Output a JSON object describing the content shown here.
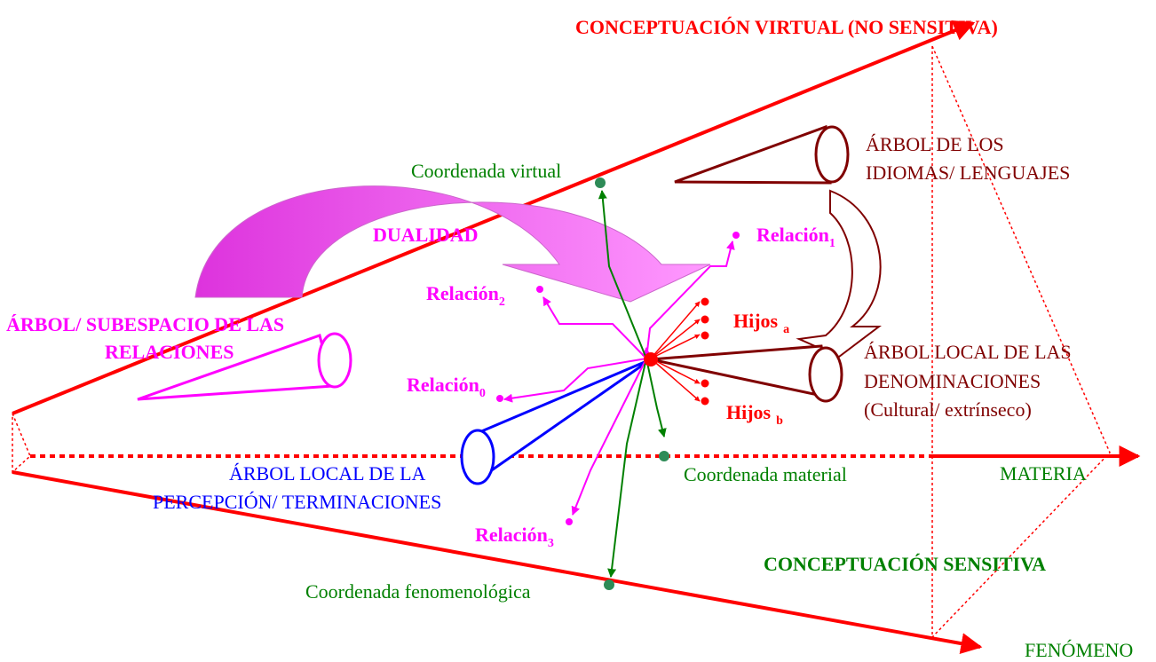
{
  "colors": {
    "red": "#ff0000",
    "green": "#008000",
    "magenta": "#ff00ff",
    "dark_red": "#800000",
    "blue": "#0000ff",
    "arrow_fill": "#e060e0"
  },
  "labels": {
    "virtual_title": "CONCEPTUACIÓN VIRTUAL (NO SENSITIVA)",
    "sensitive_title": "CONCEPTUACIÓN SENSITIVA",
    "materia": "MATERIA",
    "fenomeno": "FENÓMENO",
    "coord_virtual": "Coordenada virtual",
    "coord_material": "Coordenada material",
    "coord_fenomenologica": "Coordenada fenomenológica",
    "dualidad": "DUALIDAD",
    "relaciones_line1": "ÁRBOL/ SUBESPACIO DE LAS",
    "relaciones_line2": "RELACIONES",
    "idiomas_line1": "ÁRBOL DE LOS",
    "idiomas_line2": "IDIOMAS/ LENGUAJES",
    "denominaciones_line1": "ÁRBOL LOCAL DE LAS",
    "denominaciones_line2": "DENOMINACIONES",
    "denominaciones_line3": "(Cultural/ extrínseco)",
    "percepcion_line1": "ÁRBOL LOCAL DE LA",
    "percepcion_line2": "PERCEPCIÓN/ TERMINACIONES",
    "relacion": "Relación",
    "sub_1": "1",
    "sub_2": "2",
    "sub_0": "0",
    "sub_3": "3",
    "hijos": "Hijos",
    "sub_a": "a",
    "sub_b": "b"
  }
}
